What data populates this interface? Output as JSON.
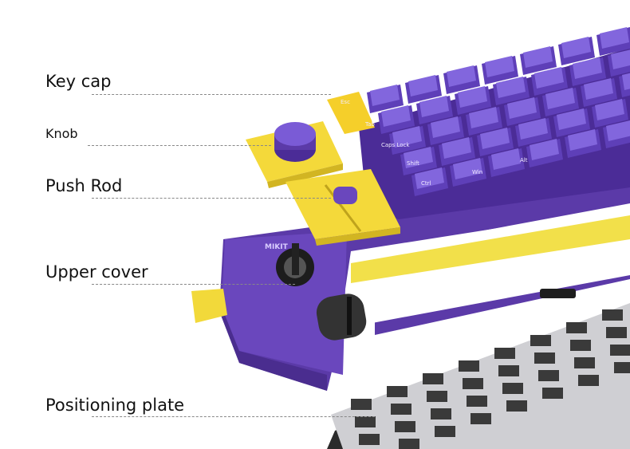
{
  "callouts": [
    {
      "label": "Key cap"
    },
    {
      "label": "Knob"
    },
    {
      "label": "Push Rod"
    },
    {
      "label": "Upper cover"
    },
    {
      "label": "Positioning plate"
    }
  ],
  "keycap_legends": [
    "Esc",
    "Tab",
    "Caps Lock",
    "Shift",
    "Ctrl",
    "Win",
    "Alt"
  ],
  "logo": "MIKIT",
  "colors": {
    "keycap_purple": "#7a5bd6",
    "case_purple": "#5b3aa8",
    "accent_yellow": "#f2d93a",
    "plate_grey": "#c9c9cc",
    "pcb_dark": "#2a2a2a"
  }
}
